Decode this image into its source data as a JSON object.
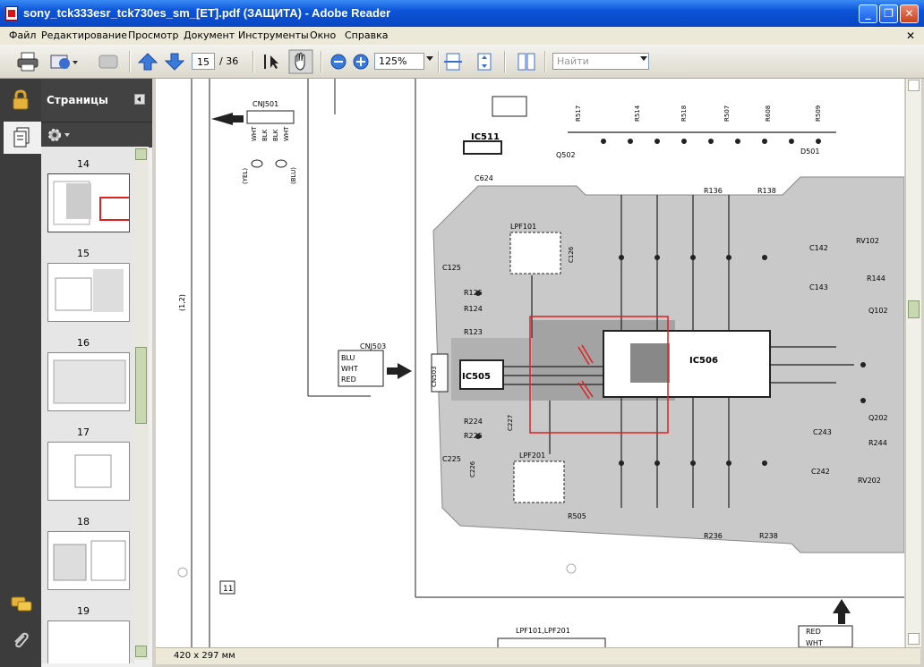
{
  "window": {
    "title": "sony_tck333esr_tck730es_sm_[ET].pdf (ЗАЩИТА) - Adobe Reader",
    "minimize": "_",
    "maximize": "❐",
    "close": "✕"
  },
  "menu": {
    "items": [
      "Файл",
      "Редактирование",
      "Просмотр",
      "Документ",
      "Инструменты",
      "Окно",
      "Справка"
    ]
  },
  "toolbar": {
    "current_page": "15",
    "total_pages": "/ 36",
    "zoom": "125%",
    "find_placeholder": "Найти"
  },
  "sidebar": {
    "panel_title": "Страницы",
    "pages": [
      "14",
      "15",
      "16",
      "17",
      "18",
      "19"
    ]
  },
  "schematic": {
    "cnj501": "CNJ501",
    "cnj503": "CNJ503",
    "cn503": "CN503",
    "wires_top": [
      "WHT",
      "BLK",
      "BLK",
      "WHT"
    ],
    "yel": "(YEL)",
    "blu": "(BLU)",
    "cnj503_pins": [
      "BLU",
      "WHT",
      "RED"
    ],
    "ic505": "IC505",
    "ic506": "IC506",
    "ic511": "IC511",
    "lpf101": "LPF101",
    "lpf201": "LPF201",
    "lpf_bottom": "LPF101,LPF201",
    "q502": "Q502",
    "q102": "Q102",
    "q202": "Q202",
    "d501": "D501",
    "rv102": "RV102",
    "rv202": "RV202",
    "r505": "R505",
    "box_label": "11",
    "mark_12": "(1,2)",
    "red_wht": [
      "RED",
      "WHT"
    ],
    "res_top": [
      "R517",
      "R514",
      "R518",
      "R507",
      "R608",
      "R509",
      "R136",
      "R138",
      "R125",
      "R124",
      "R123",
      "R224",
      "R225",
      "R236",
      "R238",
      "R244",
      "R144"
    ],
    "caps": [
      "C125",
      "C142",
      "C143",
      "C624",
      "C243",
      "C242",
      "C225",
      "C227",
      "C226",
      "C126"
    ],
    "page_size": "420 x 297 мм"
  },
  "colors": {
    "title_bar": "#0b54d8",
    "highlight_red": "#e02020"
  }
}
